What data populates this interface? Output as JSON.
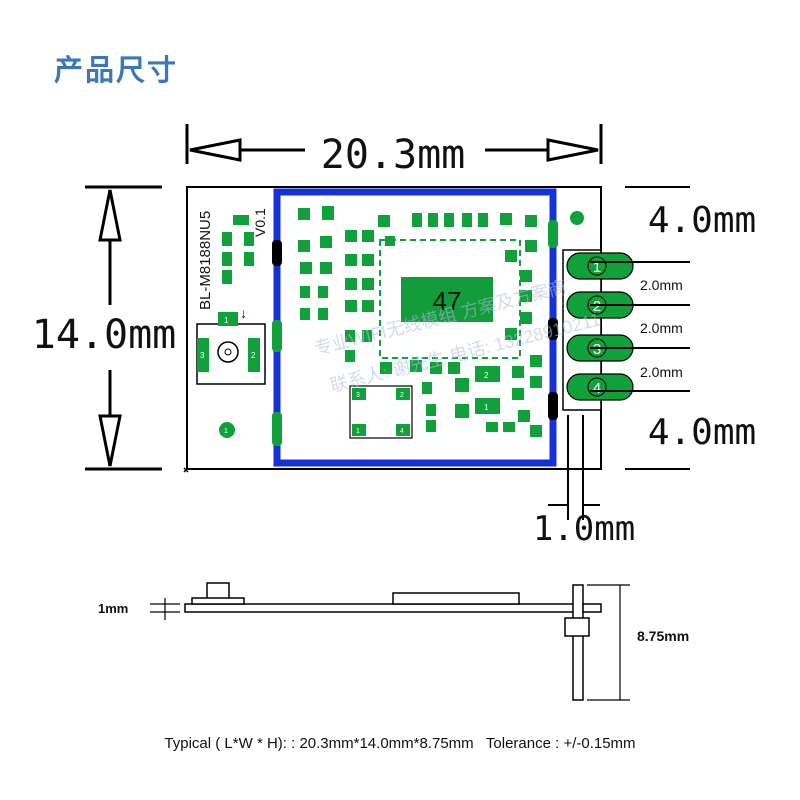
{
  "title": "产品尺寸",
  "board": {
    "label": "BL-M8188NU5",
    "version": "V0.1",
    "chip_label": "47",
    "antenna_pads": [
      "1",
      "2",
      "3"
    ],
    "shield_pads": [
      "1",
      "2",
      "3",
      "4"
    ],
    "fiducial": "1",
    "pins": [
      "1",
      "2",
      "3",
      "4"
    ],
    "chip_small_labels": [
      "2",
      "1"
    ]
  },
  "dimensions": {
    "width": "20.3mm",
    "height": "14.0mm",
    "pin_top_margin": "4.0mm",
    "pin_bottom_margin": "4.0mm",
    "pin_pitch": [
      "2.0mm",
      "2.0mm",
      "2.0mm"
    ],
    "pin_width": "1.0mm",
    "board_thickness": "1mm",
    "total_height": "8.75mm"
  },
  "watermark": {
    "line1": "专业WIFI无线模组 方案及方案商",
    "line2": "联系人: 谢先生 电话: 13228910211"
  },
  "caption": "Typical ( L*W * H): : 20.3mm*14.0mm*8.75mm   Tolerance : +/-0.15mm",
  "colors": {
    "title": "#3b77bc",
    "pcb_outline": "#000000",
    "shield": "#1432d8",
    "pads": "#11a13a",
    "chip_fill": "#129c3a",
    "dimension_lines": "#000000"
  }
}
